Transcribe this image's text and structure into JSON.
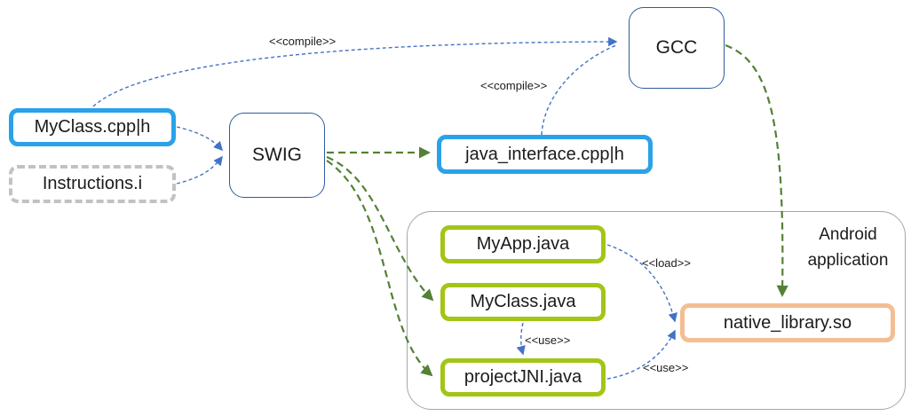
{
  "nodes": {
    "myclass_cpp": "MyClass.cpp|h",
    "instructions": "Instructions.i",
    "swig": "SWIG",
    "gcc": "GCC",
    "java_interface": "java_interface.cpp|h",
    "myapp": "MyApp.java",
    "myclass_java": "MyClass.java",
    "projectjni": "projectJNI.java",
    "native_library": "native_library.so"
  },
  "container": {
    "label": "Android application",
    "label_line1": "Android",
    "label_line2": "application"
  },
  "edge_labels": {
    "compile_top": "<<compile>>",
    "compile_gcc": "<<compile>>",
    "load": "<<load>>",
    "use_vertical": "<<use>>",
    "use_native": "<<use>>"
  },
  "colors": {
    "cpp_file_border": "#29A2E9",
    "optional_file_border": "#C2C2C2",
    "tool_border": "#2F5B9D",
    "java_file_border": "#A2C516",
    "native_lib_border": "#F3BE93",
    "container_border": "#A6A6A6",
    "blue_edge": "#4472C4",
    "green_edge": "#538135",
    "text": "#1b1b1b",
    "background": "#ffffff"
  }
}
